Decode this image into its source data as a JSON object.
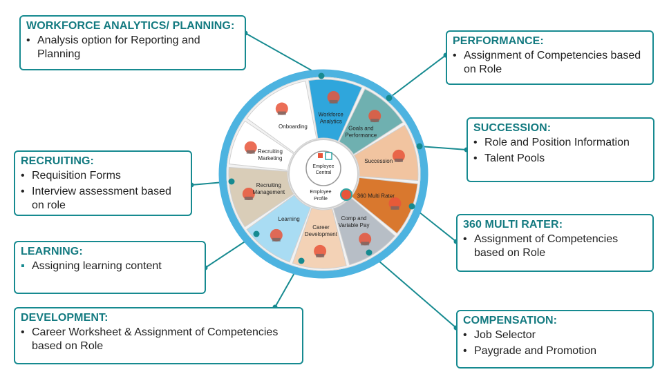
{
  "colors": {
    "accent": "#168a90",
    "title": "#137a80",
    "ring": "#4db3e0"
  },
  "center": {
    "primary": [
      "Employee",
      "Central"
    ],
    "secondary": [
      "Employee",
      "Profile"
    ]
  },
  "segments": [
    {
      "label": [
        "Workforce",
        "Analytics"
      ],
      "fill": "#2fa6dc",
      "icon": "bar-chart-icon"
    },
    {
      "label": [
        "Goals and",
        "Performance"
      ],
      "fill": "#6fb0b0",
      "icon": "team-goal-icon"
    },
    {
      "label": [
        "Succession"
      ],
      "fill": "#f1c4a0",
      "icon": "succession-people-icon"
    },
    {
      "label": [
        "360 Multi Rater"
      ],
      "fill": "#d9782e",
      "icon": "360-icon"
    },
    {
      "label": [
        "Comp and",
        "Variable Pay"
      ],
      "fill": "#b7bec6",
      "icon": "currency-people-icon"
    },
    {
      "label": [
        "Career",
        "Development"
      ],
      "fill": "#f3d2b6",
      "icon": "career-person-icon"
    },
    {
      "label": [
        "Learning"
      ],
      "fill": "#a9dcf3",
      "icon": "head-gears-icon"
    },
    {
      "label": [
        "Recruiting",
        "Management"
      ],
      "fill": "#d9cdb8",
      "icon": "building-people-icon"
    },
    {
      "label": [
        "Recruiting",
        "Marketing"
      ],
      "fill": "#ffffff",
      "icon": "monitor-cloud-icon"
    },
    {
      "label": [
        "Onboarding"
      ],
      "fill": "#ffffff",
      "icon": "document-icon"
    }
  ],
  "boxes": {
    "workforce": {
      "title": "WORKFORCE ANALYTICS/ PLANNING:",
      "items": [
        "Analysis option for Reporting and Planning"
      ]
    },
    "performance": {
      "title": "PERFORMANCE:",
      "items": [
        "Assignment of Competencies based on Role"
      ]
    },
    "succession": {
      "title": "SUCCESSION:",
      "items": [
        "Role and Position Information",
        "Talent Pools"
      ]
    },
    "recruiting": {
      "title": "RECRUITING:",
      "items": [
        "Requisition Forms",
        "Interview assessment based on role"
      ]
    },
    "multirater": {
      "title": "360 MULTI RATER:",
      "items": [
        "Assignment of Competencies based on Role"
      ]
    },
    "learning": {
      "title": "LEARNING:",
      "items": [
        "Assigning learning content"
      ]
    },
    "development": {
      "title": "DEVELOPMENT:",
      "items": [
        "Career Worksheet & Assignment of Competencies based on Role"
      ]
    },
    "compensation": {
      "title": "COMPENSATION:",
      "items": [
        "Job Selector",
        "Paygrade and Promotion"
      ]
    }
  }
}
